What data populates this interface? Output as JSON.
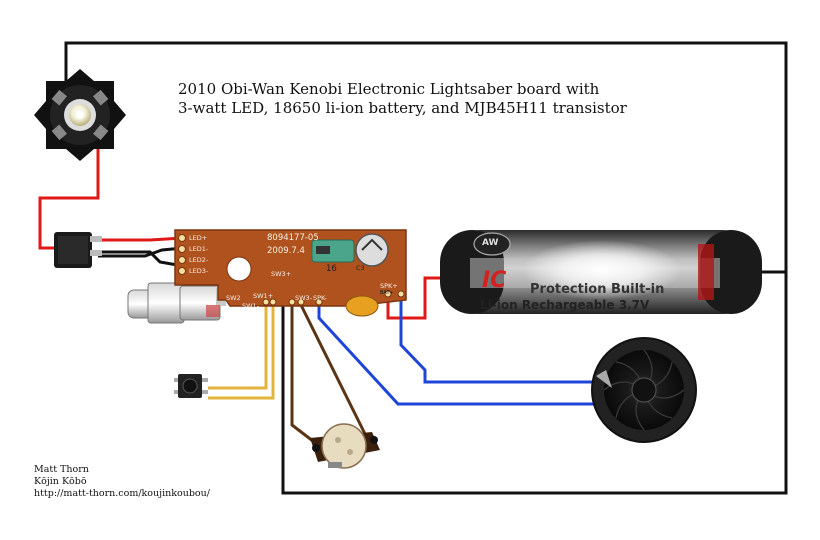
{
  "title": {
    "line1": "2010 Obi-Wan Kenobi Electronic Lightsaber board with",
    "line2": "3-watt LED, 18650 li-ion battery, and MJB45H11 transistor"
  },
  "credit": {
    "name": "Matt Thorn",
    "studio": "Kōjin Kōbō",
    "url": "http://matt-thorn.com/koujinkoubou/"
  },
  "board": {
    "part_number": "8094177-05",
    "date": "2009.7.4",
    "cap_marking": "16",
    "cap_label": "C3",
    "pins": {
      "led_plus": "LED+",
      "led1_minus": "LED1-",
      "led2_minus": "LED2-",
      "led3_minus": "LED3-",
      "sw2": "SW2",
      "sw1_plus": "SW1+",
      "sw1_minus": "SW1-",
      "sw3_plus_top": "SW3+",
      "sw3_minus": "SW3-",
      "spk_minus": "SPK-",
      "spk_plus": "SPK+",
      "bat_plus": "BAT+"
    }
  },
  "battery": {
    "badge": "AW",
    "logo": "IC",
    "line1": "Protection Built-in",
    "line2": "Li-ion Rechargeable 3.7V"
  },
  "colors": {
    "wire_black": "#111111",
    "wire_red": "#e01818",
    "wire_blue": "#1f44d8",
    "wire_yellow": "#e2b43c",
    "wire_brown": "#5a3414",
    "pcb": "#b0521e"
  },
  "icons": [
    "led-star-icon",
    "transistor-icon",
    "lightsaber-emitter-icon",
    "tactile-switch-icon",
    "clash-sensor-icon",
    "speaker-icon",
    "battery-icon"
  ]
}
